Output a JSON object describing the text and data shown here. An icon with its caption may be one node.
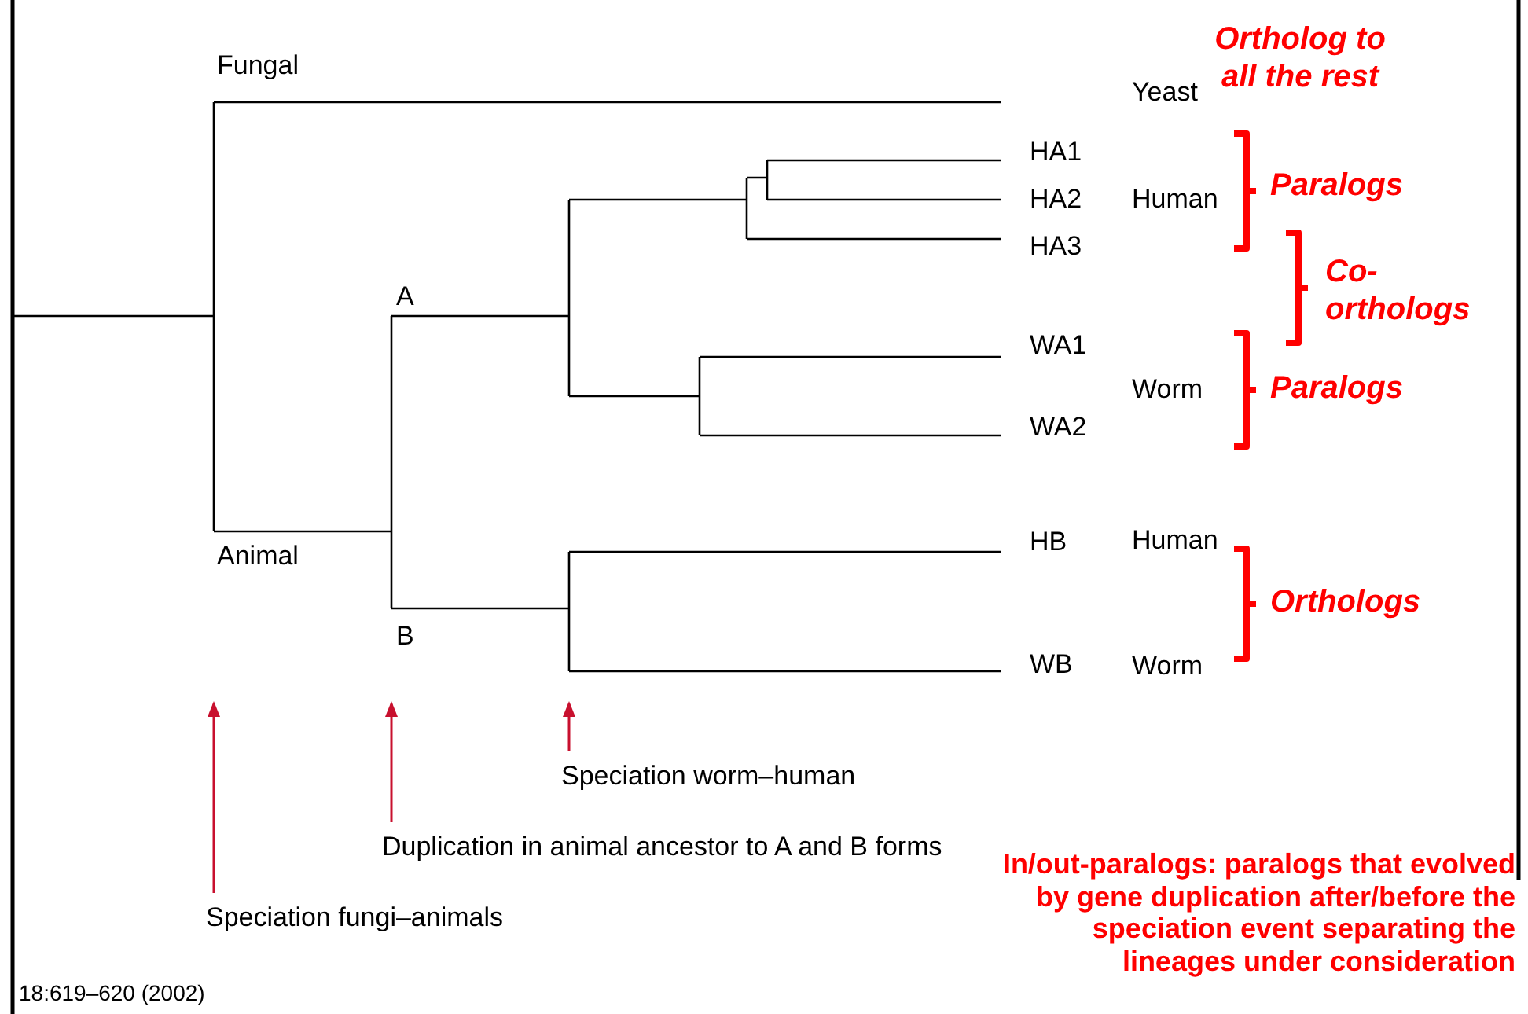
{
  "diagram": {
    "nodes": [
      {
        "text": [
          "Speciation worm–human"
        ]
      },
      {
        "text": [
          "Duplication in animal ancestor to A and B forms"
        ]
      },
      {
        "text": [
          "Speciation fungi–animals"
        ]
      }
    ],
    "edges": [
      {
        "from": 0,
        "to": null,
        "arrow": "to"
      },
      {
        "from": 1,
        "to": null,
        "arrow": "to"
      },
      {
        "from": 2,
        "to": null,
        "arrow": "to"
      }
    ],
    "labels": [
      "Fungal",
      "Animal",
      "A",
      "B",
      "HA1",
      "HA2",
      "HA3",
      "WA1",
      "WA2",
      "HB",
      "WB",
      "Yeast",
      "Human",
      "Worm",
      "Human",
      "Worm",
      "Ortholog to all the rest",
      "Paralogs",
      "Co- orthologs",
      "Paralogs",
      "Orthologs",
      "In/out-paralogs: paralogs that evolved by gene duplication after/before the speciation event separating the lineages under consideration",
      "18:619–620 (2002)"
    ]
  }
}
